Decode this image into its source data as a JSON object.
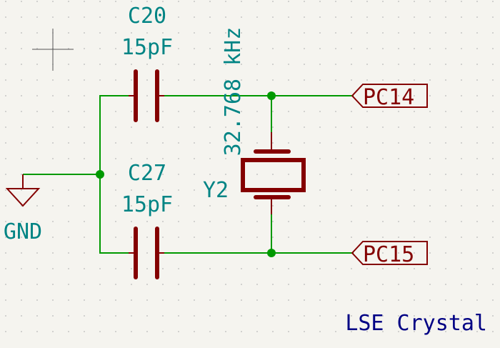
{
  "colors": {
    "background": "#f5f4ef",
    "grid_dot": "#b8b8b8",
    "wire": "#009900",
    "component": "#840000",
    "reference_text": "#008484",
    "label_text": "#840000",
    "note_text": "#000084"
  },
  "components": {
    "c20": {
      "reference": "C20",
      "value": "15pF"
    },
    "c27": {
      "reference": "C27",
      "value": "15pF"
    },
    "y2": {
      "reference": "Y2",
      "value": "32.768 kHz"
    }
  },
  "power": {
    "gnd_label": "GND"
  },
  "net_labels": {
    "pc14": "PC14",
    "pc15": "PC15"
  },
  "note": "LSE Crystal"
}
